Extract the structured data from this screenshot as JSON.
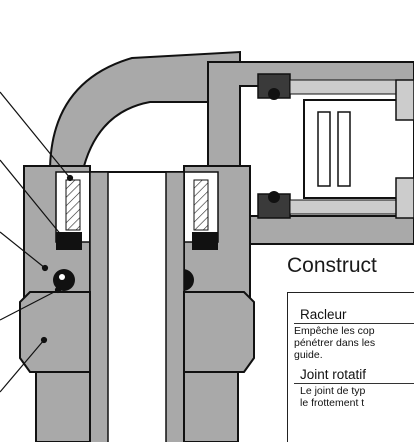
{
  "title": "Construct",
  "sections": [
    {
      "heading": "Racleur",
      "body": [
        "Empêche les cop",
        "pénétrer dans les",
        "guide."
      ]
    },
    {
      "heading": "Joint rotatif",
      "body": [
        "Le joint de typ",
        "le frottement t"
      ]
    }
  ]
}
